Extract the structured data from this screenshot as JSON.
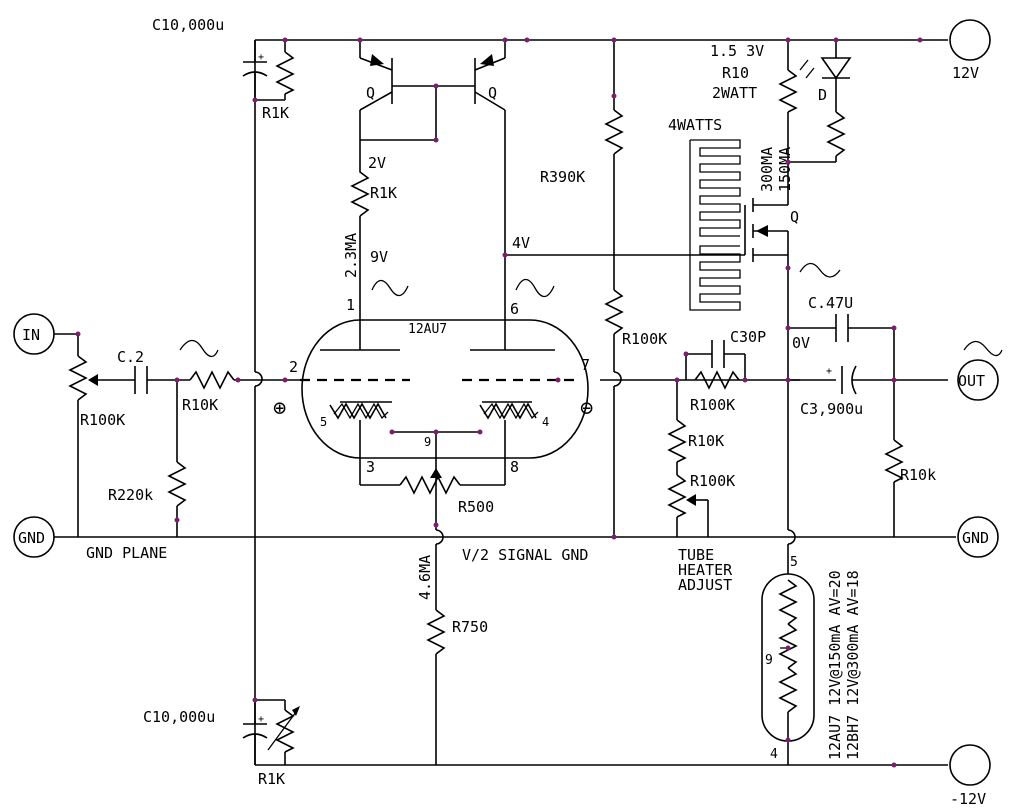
{
  "labels": {
    "c_top": "C10,000u",
    "r_top": "R1K",
    "q1": "Q",
    "q2": "Q",
    "v_2v": "2V",
    "r_1k_mid": "R1K",
    "i_2_3ma": "2.3MA",
    "v_9v": "9V",
    "v_4v": "4V",
    "r390k": "R390K",
    "watts4": "4WATTS",
    "i_300ma": "300MA",
    "i_150ma": "150MA",
    "q3": "Q",
    "v_1_5_3v": "1.5 3V",
    "r10": "R10",
    "twowatt": "2WATT",
    "diode": "D",
    "v12": "12V",
    "vm12": "-12V",
    "in": "IN",
    "out": "OUT",
    "gnd_left": "GND",
    "gnd_right": "GND",
    "c2": "C.2",
    "r100k_in": "R100K",
    "r10k_in": "R10K",
    "r220k": "R220k",
    "gnd_plane": "GND PLANE",
    "tube_name": "12AU7",
    "pin1": "1",
    "pin6": "6",
    "pin2": "2",
    "pin7": "7",
    "pin3": "3",
    "pin8": "8",
    "pin9": "9",
    "pin5": "5",
    "pin4": "4",
    "plus_sign": "⊕",
    "minus_sign": "⊖",
    "r500": "R500",
    "signal_gnd": "V/2 SIGNAL GND",
    "i_4_6ma": "4.6MA",
    "r750": "R750",
    "r100k_grid": "R100K",
    "c30p": "C30P",
    "v_0v": "0V",
    "r100k_fb": "R100K",
    "r10k_fb": "R10K",
    "r100k_pot": "R100K",
    "tube_heater_1": "TUBE",
    "tube_heater_2": "HEATER",
    "tube_heater_3": "ADJUST",
    "c47u": "C.47U",
    "c3900u": "C3,900u",
    "r10k_out": "R10k",
    "heater_pin5": "5",
    "heater_pin9": "9",
    "heater_pin4": "4",
    "heater_note_1": "12AU7 12V@150mA AV=20",
    "heater_note_2": "12BH7 12V@300mA AV=18",
    "c_bot": "C10,000u",
    "r_bot": "R1K"
  }
}
